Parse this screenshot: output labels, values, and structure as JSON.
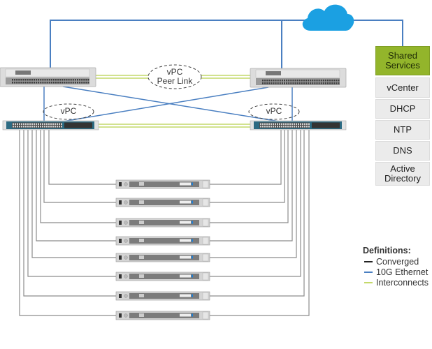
{
  "diagram": {
    "title": "",
    "cloud": {
      "icon": "cloud-icon",
      "color": "#1ba0e2"
    },
    "labels": {
      "peer_link": [
        "vPC",
        "Peer Link"
      ],
      "vpc_left": "vPC",
      "vpc_right": "vPC"
    },
    "devices": {
      "core_switches": [
        "core-switch-a",
        "core-switch-b"
      ],
      "fabric_interconnects": [
        "fabric-interconnect-a",
        "fabric-interconnect-b"
      ],
      "server_count": 8
    },
    "colors": {
      "converged": "#8c8c8c",
      "ethernet_10g": "#4a7fc1",
      "interconnects": "#c4d96a",
      "shared_services": "#93b52b",
      "service_box": "#ebebeb"
    }
  },
  "shared_services": {
    "header": "Shared Services",
    "items": [
      "vCenter",
      "DHCP",
      "NTP",
      "DNS",
      "Active Directory"
    ]
  },
  "legend": {
    "title": "Definitions:",
    "items": [
      {
        "label": "Converged",
        "color": "#222222"
      },
      {
        "label": "10G Ethernet",
        "color": "#4a7fc1"
      },
      {
        "label": "Interconnects",
        "color": "#c4d96a"
      }
    ]
  }
}
